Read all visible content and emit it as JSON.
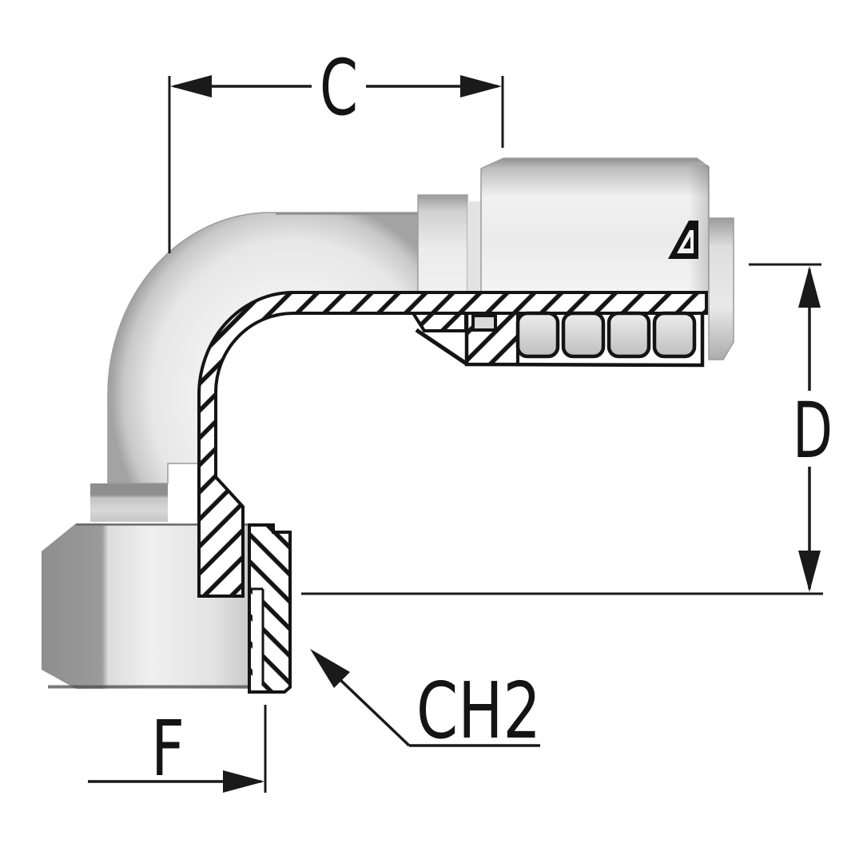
{
  "canvas": {
    "background": "#ffffff",
    "ink": "#1a1a1a"
  },
  "part": {
    "name": "90-degree elbow hose fitting, half-section view",
    "metal_light": "#f0f0f0",
    "metal_mid": "#d8d8d8",
    "metal_dark": "#9e9e9e"
  },
  "labels": {
    "dim_c": "C",
    "dim_d": "D",
    "dim_f": "F",
    "dim_ch2": "CH2"
  },
  "icons": {
    "logo": "triangle-a-manufacturer-mark"
  }
}
